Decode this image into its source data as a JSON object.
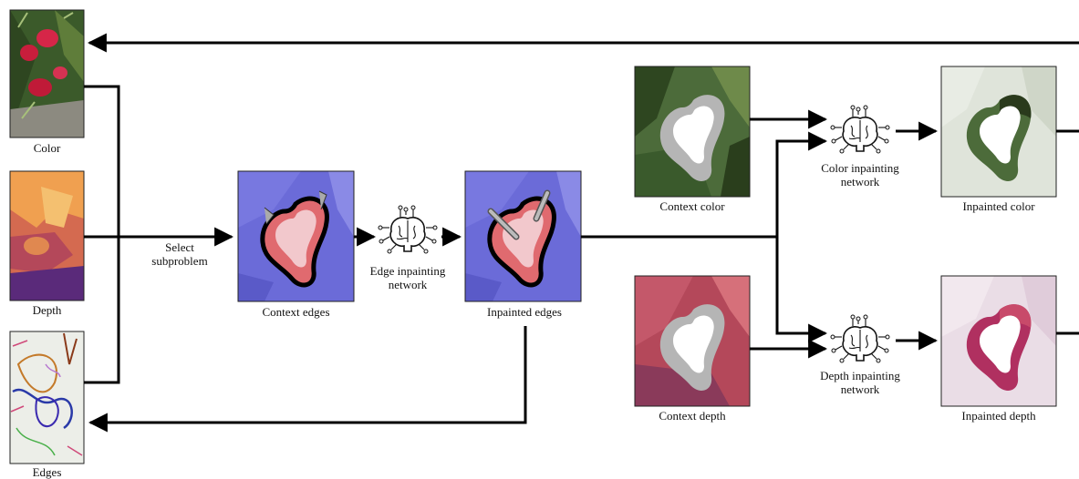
{
  "inputs": {
    "color_label": "Color",
    "depth_label": "Depth",
    "edges_label": "Edges"
  },
  "step": {
    "select_line1": "Select",
    "select_line2": "subproblem"
  },
  "edges_stage": {
    "context_label": "Context edges",
    "network_line1": "Edge inpainting",
    "network_line2": "network",
    "inpainted_label": "Inpainted edges"
  },
  "color_branch": {
    "context_label": "Context color",
    "network_line1": "Color inpainting",
    "network_line2": "network",
    "inpainted_label": "Inpainted color"
  },
  "depth_branch": {
    "context_label": "Context depth",
    "network_line1": "Depth inpainting",
    "network_line2": "network",
    "inpainted_label": "Inpainted depth"
  },
  "colors": {
    "edge_blue": "#6b6bd8",
    "region_red": "#e06a6f",
    "mask_gray": "#b5b5b5",
    "depth_orange": "#f0a050",
    "depth_purple": "#5a2a7a",
    "leaf_green": "#4c6b3a",
    "arrow": "#000000"
  },
  "icons": [
    "brain-circuit-icon"
  ]
}
